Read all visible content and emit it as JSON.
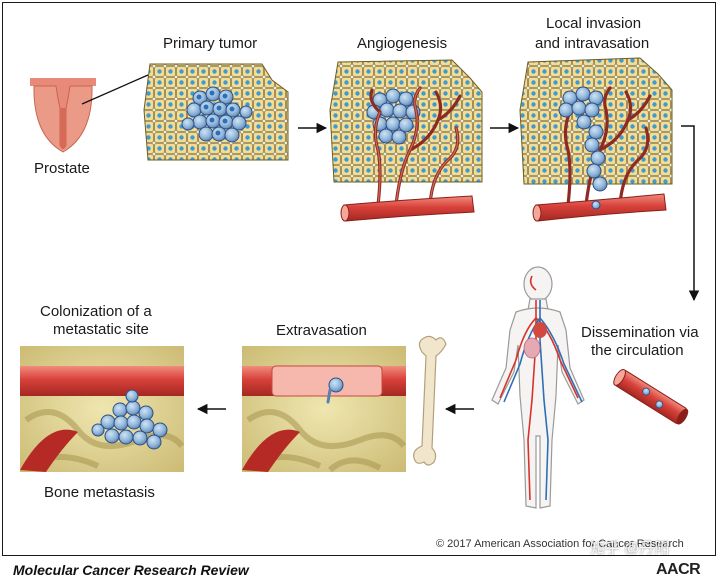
{
  "labels": {
    "prostate": "Prostate",
    "primary_tumor": "Primary tumor",
    "angiogenesis": "Angiogenesis",
    "local_invasion_1": "Local invasion",
    "local_invasion_2": "and intravasation",
    "dissemination_1": "Dissemination via",
    "dissemination_2": "the circulation",
    "extravasation": "Extravasation",
    "colonization_1": "Colonization of a",
    "colonization_2": "metastatic site",
    "bone_metastasis": "Bone metastasis"
  },
  "copyright": "© 2017 American Association for Cancer Research",
  "footer": {
    "journal": "Molecular Cancer Research Review",
    "logo": "AACR"
  },
  "watermark": "知乎 @丹阳"
}
